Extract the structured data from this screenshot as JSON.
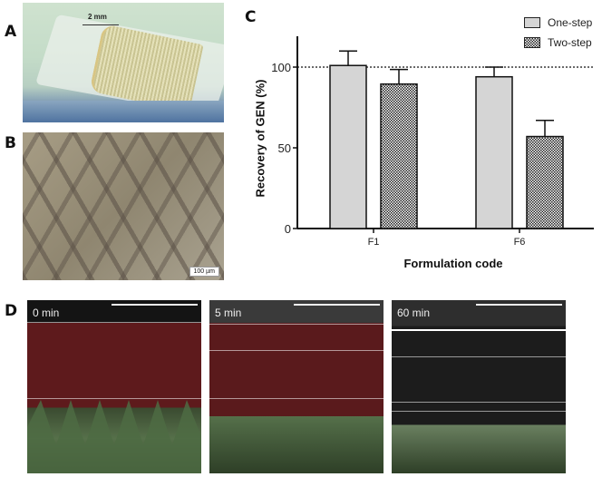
{
  "panels": {
    "A": {
      "letter": "A",
      "scale_bar": "2 mm",
      "description": "microneedle array photo"
    },
    "B": {
      "letter": "B",
      "scale_bar": "100 µm",
      "description": "microneedle tips micrograph"
    },
    "C": {
      "letter": "C"
    },
    "D": {
      "letter": "D",
      "frames": [
        {
          "label": "0 min"
        },
        {
          "label": "5 min"
        },
        {
          "label": "60 min"
        }
      ]
    }
  },
  "colors": {
    "one_step_fill": "#d5d5d5",
    "two_step_pattern": "#222222",
    "axis": "#111111",
    "oct_red": "#6a1c1c",
    "oct_green": "#5e7a52"
  },
  "chart_data": {
    "type": "bar",
    "title": "",
    "xlabel": "Formulation code",
    "ylabel": "Recovery of GEN (%)",
    "categories": [
      "F1",
      "F6"
    ],
    "series": [
      {
        "name": "One-step",
        "values": [
          101,
          94
        ],
        "error": [
          9,
          6
        ],
        "fill": "light gray"
      },
      {
        "name": "Two-step",
        "values": [
          89.5,
          57
        ],
        "error": [
          9,
          10
        ],
        "fill": "checkered"
      }
    ],
    "ylim": [
      0,
      120
    ],
    "yticks": [
      0,
      50,
      100
    ],
    "reference_line": {
      "y": 100,
      "style": "dotted"
    },
    "grid": false,
    "legend_position": "top-right"
  }
}
